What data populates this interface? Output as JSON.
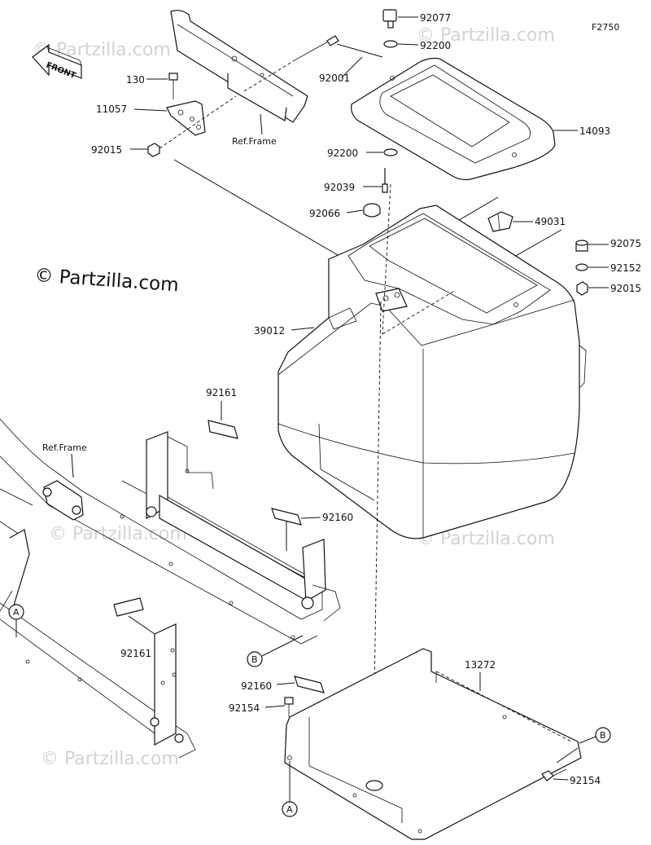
{
  "figure_code": "F2750",
  "front_label": "FRONT",
  "copyright": "© Partzilla.com",
  "watermark": "© Partzilla.com",
  "ref_frame_top": "Ref.Frame",
  "ref_frame_left": "Ref.Frame",
  "callout_a": "A",
  "callout_b": "B",
  "parts": {
    "p92077": "92077",
    "p92200a": "92200",
    "p92001": "92001",
    "p130": "130",
    "p11057": "11057",
    "p92015a": "92015",
    "p14093": "14093",
    "p92200b": "92200",
    "p92039": "92039",
    "p92066": "92066",
    "p49031": "49031",
    "p92075": "92075",
    "p92152": "92152",
    "p92015b": "92015",
    "p39012": "39012",
    "p92161a": "92161",
    "p92160a": "92160",
    "p92161b": "92161",
    "p13272": "13272",
    "p92160b": "92160",
    "p92154a": "92154",
    "p92154b": "92154"
  }
}
